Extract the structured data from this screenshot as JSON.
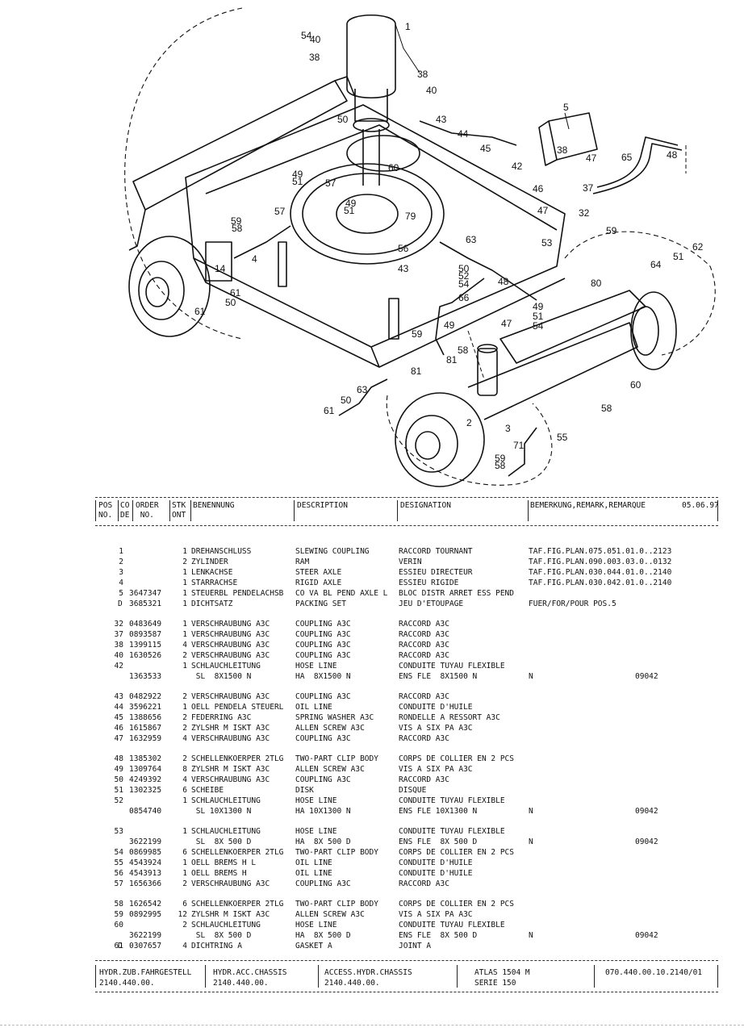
{
  "header": {
    "pos_no": "POS\nNO.",
    "code": "CO\nDE",
    "order_no": "ORDER\n NO.",
    "qty": "STK\nONT",
    "benennung": "BENENNUNG",
    "description": "DESCRIPTION",
    "designation": "DESIGNATION",
    "remark": "BEMERKUNG,REMARK,REMARQUE",
    "date": "05.06.97"
  },
  "callouts": [
    "1",
    "2",
    "3",
    "4",
    "5",
    "14",
    "32",
    "37",
    "38",
    "38",
    "38",
    "40",
    "40",
    "42",
    "43",
    "43",
    "44",
    "45",
    "46",
    "47",
    "47",
    "47",
    "48",
    "48",
    "49",
    "49",
    "49",
    "49",
    "50",
    "50",
    "50",
    "50",
    "51",
    "51",
    "51",
    "51",
    "52",
    "53",
    "54",
    "54",
    "54",
    "55",
    "56",
    "57",
    "57",
    "58",
    "58",
    "58",
    "58",
    "59",
    "59",
    "59",
    "59",
    "60",
    "60",
    "61",
    "61",
    "61",
    "62",
    "63",
    "63",
    "64",
    "65",
    "66",
    "71",
    "79",
    "80",
    "81",
    "81"
  ],
  "rows": [
    {
      "pos": "1",
      "code": "",
      "order": "",
      "qty": "1",
      "de": "DREHANSCHLUSS",
      "en": "SLEWING COUPLING",
      "fr": "RACCORD TOURNANT",
      "remark": "TAF.FIG.PLAN.075.051.01.0..2123",
      "rem2": ""
    },
    {
      "pos": "2",
      "code": "",
      "order": "",
      "qty": "2",
      "de": "ZYLINDER",
      "en": "RAM",
      "fr": "VERIN",
      "remark": "TAF.FIG.PLAN.090.003.03.0..0132",
      "rem2": ""
    },
    {
      "pos": "3",
      "code": "",
      "order": "",
      "qty": "1",
      "de": "LENKACHSE",
      "en": "STEER AXLE",
      "fr": "ESSIEU DIRECTEUR",
      "remark": "TAF.FIG.PLAN.030.044.01.0..2140",
      "rem2": ""
    },
    {
      "pos": "4",
      "code": "",
      "order": "",
      "qty": "1",
      "de": "STARRACHSE",
      "en": "RIGID AXLE",
      "fr": "ESSIEU RIGIDE",
      "remark": "TAF.FIG.PLAN.030.042.01.0..2140",
      "rem2": ""
    },
    {
      "pos": "5",
      "code": "",
      "order": "3647347",
      "qty": "1",
      "de": "STEUERBL PENDELACHSB",
      "en": "CO VA BL PEND AXLE L",
      "fr": "BLOC DISTR ARRET ESS PEND",
      "remark": "",
      "rem2": ""
    },
    {
      "pos": "",
      "code": "D",
      "order": "3685321",
      "qty": "1",
      "de": "DICHTSATZ",
      "en": "PACKING SET",
      "fr": "JEU D'ETOUPAGE",
      "remark": "FUER/FOR/POUR POS.5",
      "rem2": ""
    },
    {
      "pos": "32",
      "code": "",
      "order": "0483649",
      "qty": "1",
      "de": "VERSCHRAUBUNG A3C",
      "en": "COUPLING A3C",
      "fr": "RACCORD A3C",
      "remark": "",
      "rem2": ""
    },
    {
      "pos": "37",
      "code": "",
      "order": "0893587",
      "qty": "1",
      "de": "VERSCHRAUBUNG A3C",
      "en": "COUPLING A3C",
      "fr": "RACCORD A3C",
      "remark": "",
      "rem2": ""
    },
    {
      "pos": "38",
      "code": "",
      "order": "1399115",
      "qty": "4",
      "de": "VERSCHRAUBUNG A3C",
      "en": "COUPLING A3C",
      "fr": "RACCORD A3C",
      "remark": "",
      "rem2": ""
    },
    {
      "pos": "40",
      "code": "",
      "order": "1630526",
      "qty": "2",
      "de": "VERSCHRAUBUNG A3C",
      "en": "COUPLING A3C",
      "fr": "RACCORD A3C",
      "remark": "",
      "rem2": ""
    },
    {
      "pos": "42",
      "code": "",
      "order": "",
      "qty": "1",
      "de": "SCHLAUCHLEITUNG",
      "en": "HOSE LINE",
      "fr": "CONDUITE TUYAU FLEXIBLE",
      "remark": "",
      "rem2": ""
    },
    {
      "pos": "",
      "code": "",
      "order": "1363533",
      "qty": "",
      "de": " SL  8X1500 N",
      "en": "HA  8X1500 N",
      "fr": "ENS FLE  8X1500 N",
      "remark": "N",
      "rem2": "09042"
    },
    {
      "pos": "43",
      "code": "",
      "order": "0482922",
      "qty": "2",
      "de": "VERSCHRAUBUNG A3C",
      "en": "COUPLING A3C",
      "fr": "RACCORD A3C",
      "remark": "",
      "rem2": ""
    },
    {
      "pos": "44",
      "code": "",
      "order": "3596221",
      "qty": "1",
      "de": "OELL PENDELA STEUERL",
      "en": "OIL LINE",
      "fr": "CONDUITE D'HUILE",
      "remark": "",
      "rem2": ""
    },
    {
      "pos": "45",
      "code": "",
      "order": "1388656",
      "qty": "2",
      "de": "FEDERRING A3C",
      "en": "SPRING WASHER A3C",
      "fr": "RONDELLE A RESSORT A3C",
      "remark": "",
      "rem2": ""
    },
    {
      "pos": "46",
      "code": "",
      "order": "1615867",
      "qty": "2",
      "de": "ZYLSHR M ISKT A3C",
      "en": "ALLEN SCREW A3C",
      "fr": "VIS A SIX PA A3C",
      "remark": "",
      "rem2": ""
    },
    {
      "pos": "47",
      "code": "",
      "order": "1632959",
      "qty": "4",
      "de": "VERSCHRAUBUNG A3C",
      "en": "COUPLING A3C",
      "fr": "RACCORD A3C",
      "remark": "",
      "rem2": ""
    },
    {
      "pos": "48",
      "code": "",
      "order": "1385302",
      "qty": "2",
      "de": "SCHELLENKOERPER 2TLG",
      "en": "TWO-PART CLIP BODY",
      "fr": "CORPS DE COLLIER EN 2 PCS",
      "remark": "",
      "rem2": ""
    },
    {
      "pos": "49",
      "code": "",
      "order": "1309764",
      "qty": "8",
      "de": "ZYLSHR M ISKT A3C",
      "en": "ALLEN SCREW A3C",
      "fr": "VIS A SIX PA A3C",
      "remark": "",
      "rem2": ""
    },
    {
      "pos": "50",
      "code": "",
      "order": "4249392",
      "qty": "4",
      "de": "VERSCHRAUBUNG A3C",
      "en": "COUPLING A3C",
      "fr": "RACCORD A3C",
      "remark": "",
      "rem2": ""
    },
    {
      "pos": "51",
      "code": "",
      "order": "1302325",
      "qty": "6",
      "de": "SCHEIBE",
      "en": "DISK",
      "fr": "DISQUE",
      "remark": "",
      "rem2": ""
    },
    {
      "pos": "52",
      "code": "",
      "order": "",
      "qty": "1",
      "de": "SCHLAUCHLEITUNG",
      "en": "HOSE LINE",
      "fr": "CONDUITE TUYAU FLEXIBLE",
      "remark": "",
      "rem2": ""
    },
    {
      "pos": "",
      "code": "",
      "order": "0854740",
      "qty": "",
      "de": " SL 10X1300 N",
      "en": "HA 10X1300 N",
      "fr": "ENS FLE 10X1300 N",
      "remark": "N",
      "rem2": "09042"
    },
    {
      "pos": "53",
      "code": "",
      "order": "",
      "qty": "1",
      "de": "SCHLAUCHLEITUNG",
      "en": "HOSE LINE",
      "fr": "CONDUITE TUYAU FLEXIBLE",
      "remark": "",
      "rem2": ""
    },
    {
      "pos": "",
      "code": "",
      "order": "3622199",
      "qty": "",
      "de": " SL  8X 500 D",
      "en": "HA  8X 500 D",
      "fr": "ENS FLE  8X 500 D",
      "remark": "N",
      "rem2": "09042"
    },
    {
      "pos": "54",
      "code": "",
      "order": "0869985",
      "qty": "6",
      "de": "SCHELLENKOERPER 2TLG",
      "en": "TWO-PART CLIP BODY",
      "fr": "CORPS DE COLLIER EN 2 PCS",
      "remark": "",
      "rem2": ""
    },
    {
      "pos": "55",
      "code": "",
      "order": "4543924",
      "qty": "1",
      "de": "OELL BREMS H L",
      "en": "OIL LINE",
      "fr": "CONDUITE D'HUILE",
      "remark": "",
      "rem2": ""
    },
    {
      "pos": "56",
      "code": "",
      "order": "4543913",
      "qty": "1",
      "de": "OELL BREMS H",
      "en": "OIL LINE",
      "fr": "CONDUITE D'HUILE",
      "remark": "",
      "rem2": ""
    },
    {
      "pos": "57",
      "code": "",
      "order": "1656366",
      "qty": "2",
      "de": "VERSCHRAUBUNG A3C",
      "en": "COUPLING A3C",
      "fr": "RACCORD A3C",
      "remark": "",
      "rem2": ""
    },
    {
      "pos": "58",
      "code": "",
      "order": "1626542",
      "qty": "6",
      "de": "SCHELLENKOERPER 2TLG",
      "en": "TWO-PART CLIP BODY",
      "fr": "CORPS DE COLLIER EN 2 PCS",
      "remark": "",
      "rem2": ""
    },
    {
      "pos": "59",
      "code": "",
      "order": "0892995",
      "qty": "12",
      "de": "ZYLSHR M ISKT A3C",
      "en": "ALLEN SCREW A3C",
      "fr": "VIS A SIX PA A3C",
      "remark": "",
      "rem2": ""
    },
    {
      "pos": "60",
      "code": "",
      "order": "",
      "qty": "2",
      "de": "SCHLAUCHLEITUNG",
      "en": "HOSE LINE",
      "fr": "CONDUITE TUYAU FLEXIBLE",
      "remark": "",
      "rem2": ""
    },
    {
      "pos": "",
      "code": "",
      "order": "3622199",
      "qty": "",
      "de": " SL  8X 500 D",
      "en": "HA  8X 500 D",
      "fr": "ENS FLE  8X 500 D",
      "remark": "N",
      "rem2": "09042"
    },
    {
      "pos": "61",
      "code": "D",
      "order": "0307657",
      "qty": "4",
      "de": "DICHTRING A",
      "en": "GASKET A",
      "fr": "JOINT A",
      "remark": "",
      "rem2": ""
    }
  ],
  "footer": {
    "de_line1": "HYDR.ZUB.FAHRGESTELL",
    "de_line2": "2140.440.00.",
    "en_line1": "HYDR.ACC.CHASSIS",
    "en_line2": "2140.440.00.",
    "fr_line1": "ACCESS.HYDR.CHASSIS",
    "fr_line2": "2140.440.00.",
    "model_line1": "ATLAS 1504 M",
    "model_line2": "SERIE 150",
    "doc_no": "070.440.00.10.2140/01"
  }
}
